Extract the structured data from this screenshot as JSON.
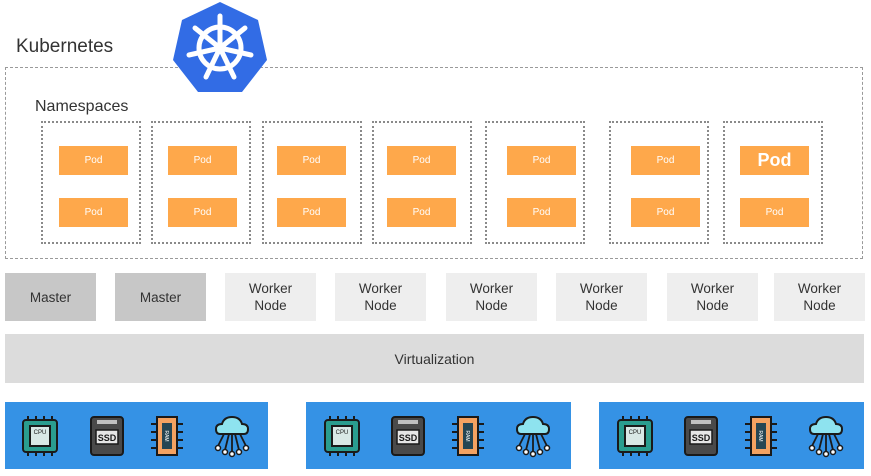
{
  "kubernetes": {
    "title": "Kubernetes",
    "logo_icon": "kubernetes-helm-logo-icon"
  },
  "namespaces": {
    "title": "Namespaces",
    "boxes": [
      {
        "pods": [
          "Pod",
          "Pod"
        ]
      },
      {
        "pods": [
          "Pod",
          "Pod"
        ]
      },
      {
        "pods": [
          "Pod",
          "Pod"
        ]
      },
      {
        "pods": [
          "Pod",
          "Pod"
        ]
      },
      {
        "pods": [
          "Pod",
          "Pod"
        ]
      },
      {
        "pods": [
          "Pod",
          "Pod"
        ]
      },
      {
        "pods": [
          "Pod",
          "Pod"
        ]
      }
    ]
  },
  "nodes": [
    {
      "label": "Master",
      "kind": "master"
    },
    {
      "label": "Master",
      "kind": "master"
    },
    {
      "label": "Worker\nNode",
      "kind": "worker"
    },
    {
      "label": "Worker\nNode",
      "kind": "worker"
    },
    {
      "label": "Worker\nNode",
      "kind": "worker"
    },
    {
      "label": "Worker\nNode",
      "kind": "worker"
    },
    {
      "label": "Worker\nNode",
      "kind": "worker"
    },
    {
      "label": "Worker\nNode",
      "kind": "worker"
    }
  ],
  "virtualization": {
    "label": "Virtualization"
  },
  "hardware": {
    "groups": 3,
    "icons": [
      "cpu-icon",
      "ssd-icon",
      "ram-icon",
      "cloud-network-icon"
    ],
    "icon_text": {
      "cpu": "CPU",
      "ssd": "SSD",
      "ram": "RAM"
    }
  },
  "colors": {
    "pod": "#fea84b",
    "master_node": "#c7c7c7",
    "worker_node": "#eeeeee",
    "virtualization": "#dcdcdc",
    "hardware_bar": "#3592e5",
    "k8s_logo": "#326ce5"
  }
}
